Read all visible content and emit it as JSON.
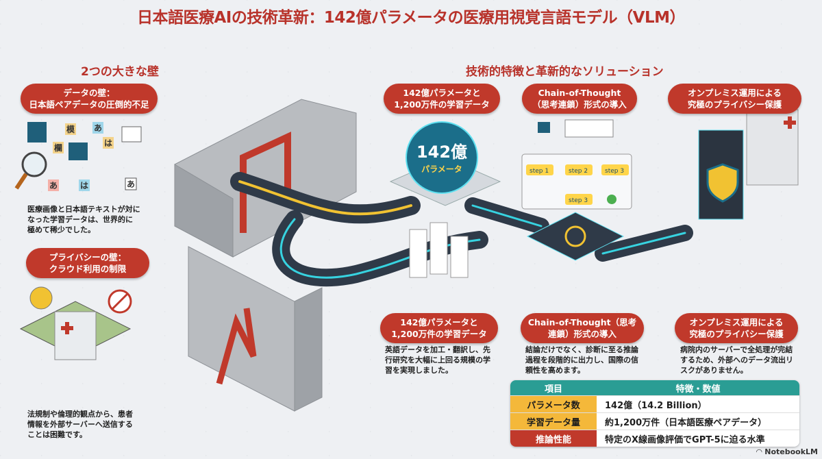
{
  "title": "日本語医療AIの技術革新：142億パラメータの医療用視覚言語モデル（VLM）",
  "left": {
    "heading": "2つの大きな壁",
    "wall1": {
      "badge": "データの壁：\n日本語ペアデータの圧倒的不足",
      "text": "医療画像と日本語テキストが対に\nなった学習データは、世界的に\n極めて稀少でした。",
      "icon_chars": [
        "模",
        "あ",
        "欄",
        "は",
        "あ",
        "は",
        "あ"
      ]
    },
    "wall2": {
      "badge": "プライバシーの壁：\nクラウド利用の制限",
      "text": "法規制や倫理的観点から、患者\n情報を外部サーバーへ送信する\nことは困難です。"
    }
  },
  "right": {
    "heading": "技術的特徴と革新的なソリューション",
    "top": [
      "142億パラメータと\n1,200万件の学習データ",
      "Chain-of-Thought\n（思考連鎖）形式の導入",
      "オンプレミス運用による\n究極のプライバシー保護"
    ],
    "sphere": {
      "big": "142億",
      "small": "パラメータ"
    },
    "steps": [
      "step 1",
      "step 2",
      "step 3",
      "step 3"
    ],
    "features": [
      {
        "badge": "142億パラメータと\n1,200万件の学習データ",
        "text": "英語データを加工・翻訳し、先\n行研究を大幅に上回る規模の学\n習を実現しました。"
      },
      {
        "badge": "Chain-of-Thought（思考\n連鎖）形式の導入",
        "text": "結論だけでなく、診断に至る推論\n過程を段階的に出力し、国際の信\n頼性を高めます。"
      },
      {
        "badge": "オンプレミス運用による\n究極のプライバシー保護",
        "text": "病院内のサーバーで全処理が完結\nするため、外部へのデータ流出リ\nスクがありません。"
      }
    ]
  },
  "table": {
    "headers": [
      "項目",
      "特徴・数値"
    ],
    "rows": [
      [
        "パラメータ数",
        "142億（14.2 Billion）"
      ],
      [
        "学習データ量",
        "約1,200万件（日本語医療ペアデータ）"
      ],
      [
        "推論性能",
        "特定のX線画像評価でGPT-5に迫る水準"
      ]
    ]
  },
  "footer": {
    "logo": "NotebookLM"
  },
  "colors": {
    "accent": "#c0392b",
    "teal": "#2a9d94",
    "gold": "#f4b83a"
  }
}
